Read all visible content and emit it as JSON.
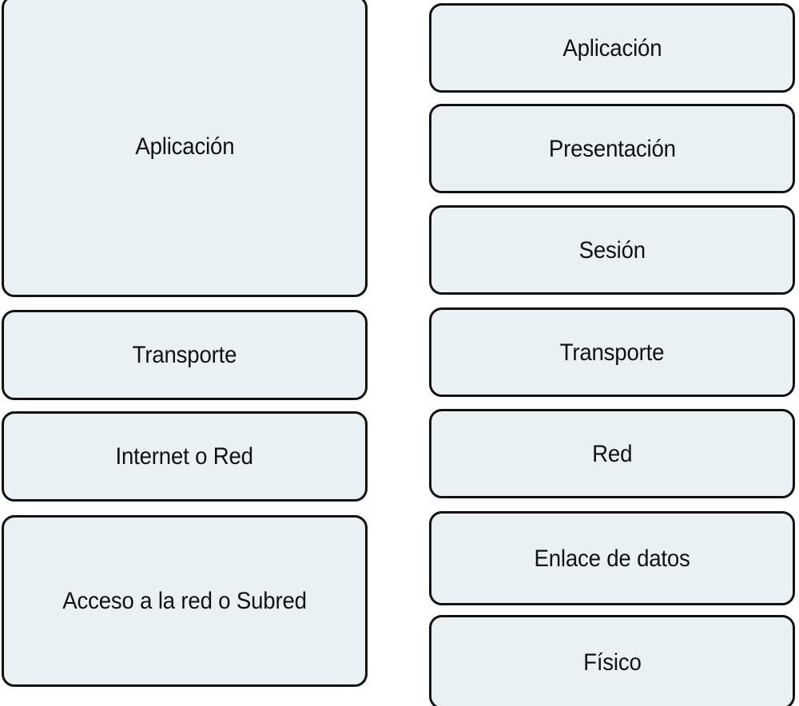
{
  "diagram": {
    "type": "layered-stack-comparison",
    "background_color": "#ffffff",
    "box_fill_color": "#eaf1f4",
    "box_border_color": "#111111",
    "text_color": "#111111",
    "columns": [
      {
        "id": "tcp-ip-model",
        "layers": [
          {
            "label": "Aplicación"
          },
          {
            "label": "Transporte"
          },
          {
            "label": "Internet o Red"
          },
          {
            "label": "Acceso a la red o Subred"
          }
        ]
      },
      {
        "id": "osi-model",
        "layers": [
          {
            "label": "Aplicación"
          },
          {
            "label": "Presentación"
          },
          {
            "label": "Sesión"
          },
          {
            "label": "Transporte"
          },
          {
            "label": "Red"
          },
          {
            "label": "Enlace de datos"
          },
          {
            "label": "Físico"
          }
        ]
      }
    ]
  }
}
